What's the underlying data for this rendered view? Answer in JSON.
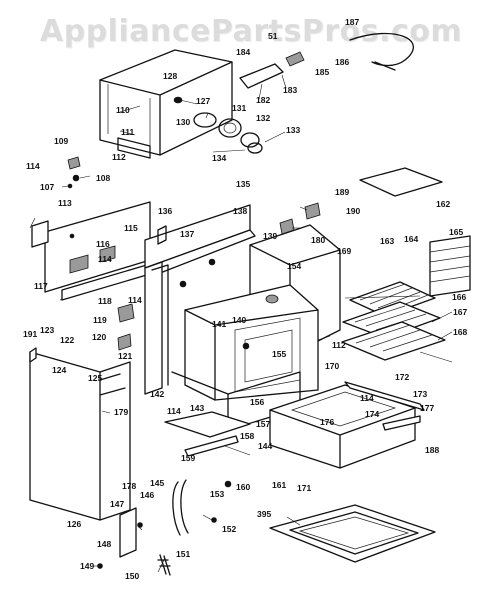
{
  "watermark": "AppliancePartsPros.com",
  "labels": [
    "187",
    "51",
    "184",
    "185",
    "186",
    "128",
    "127",
    "182",
    "183",
    "110",
    "111",
    "130",
    "131",
    "132",
    "133",
    "112",
    "134",
    "109",
    "114",
    "108",
    "107",
    "135",
    "113",
    "136",
    "137",
    "138",
    "115",
    "116",
    "114",
    "117",
    "118",
    "114",
    "119",
    "120",
    "121",
    "191",
    "123",
    "122",
    "124",
    "125",
    "179",
    "178",
    "126",
    "145",
    "146",
    "147",
    "148",
    "149",
    "150",
    "151",
    "153",
    "152",
    "395",
    "139",
    "169",
    "154",
    "140",
    "141",
    "155",
    "112",
    "170",
    "142",
    "143",
    "156",
    "157",
    "158",
    "114",
    "144",
    "159",
    "160",
    "161",
    "171",
    "172",
    "173",
    "114",
    "174",
    "176",
    "177",
    "188",
    "189",
    "190",
    "180",
    "162",
    "163",
    "164",
    "165",
    "166",
    "167",
    "168"
  ]
}
